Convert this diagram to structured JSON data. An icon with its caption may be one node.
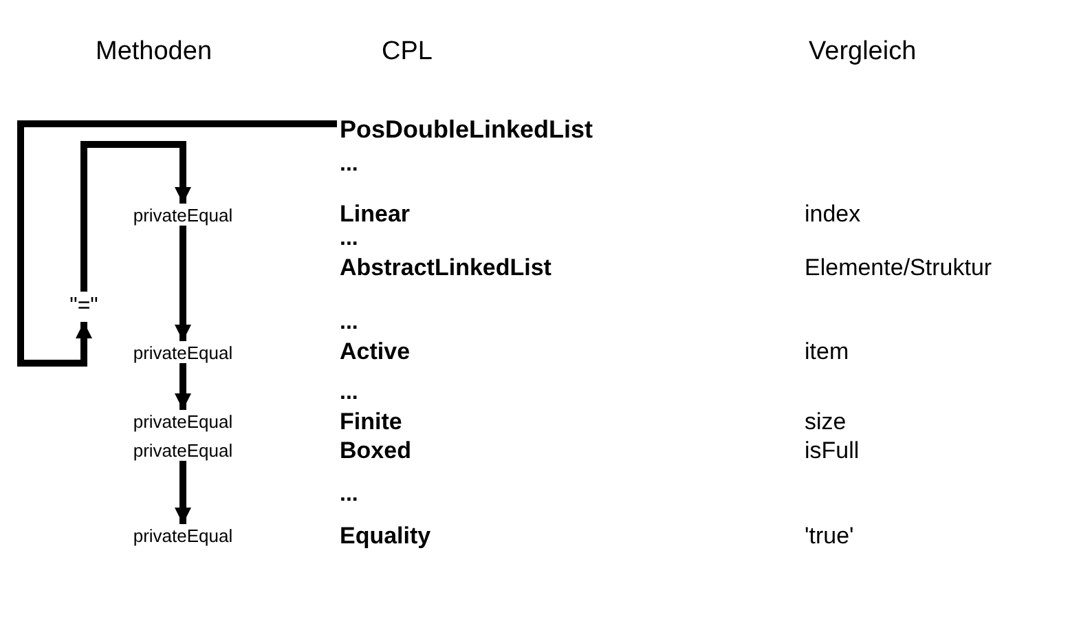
{
  "diagram": {
    "nodes": [
      {
        "text": [
          "PosDoubleLinkedList"
        ]
      },
      {
        "text": [
          "\"=\""
        ]
      },
      {
        "text": [
          "privateEqual"
        ]
      },
      {
        "text": [
          "privateEqual"
        ]
      },
      {
        "text": [
          "privateEqual"
        ]
      },
      {
        "text": [
          "privateEqual"
        ]
      },
      {
        "text": [
          "privateEqual"
        ]
      }
    ],
    "edges": [
      {
        "from": 0,
        "to": 1,
        "arrow": "to"
      },
      {
        "from": 1,
        "to": 2,
        "arrow": "to"
      },
      {
        "from": 2,
        "to": 3,
        "arrow": "to"
      },
      {
        "from": 3,
        "to": 4,
        "arrow": "to"
      },
      {
        "from": 5,
        "to": 6,
        "arrow": "to"
      }
    ],
    "labels": [
      "Methoden",
      "CPL",
      "Vergleich",
      "...",
      "Linear",
      "index",
      "...",
      "AbstractLinkedList",
      "Elemente/Struktur",
      "...",
      "Active",
      "item",
      "...",
      "Finite",
      "size",
      "Boxed",
      "isFull",
      "...",
      "Equality",
      "'true'"
    ]
  }
}
